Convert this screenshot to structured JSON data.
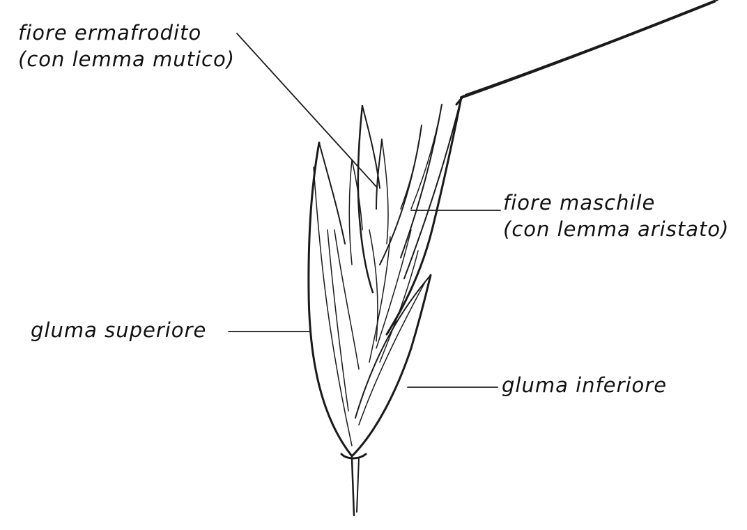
{
  "labels": {
    "fiore_ermafrodito": {
      "line1": "fiore ermafrodito",
      "line2": "(con lemma mutico)"
    },
    "fiore_maschile": {
      "line1": "fiore maschile",
      "line2": "(con lemma aristato)"
    },
    "gluma_superiore": "gluma superiore",
    "gluma_inferiore": "gluma inferiore"
  },
  "colors": {
    "ink": "#1a1a1a",
    "background": "#ffffff"
  }
}
